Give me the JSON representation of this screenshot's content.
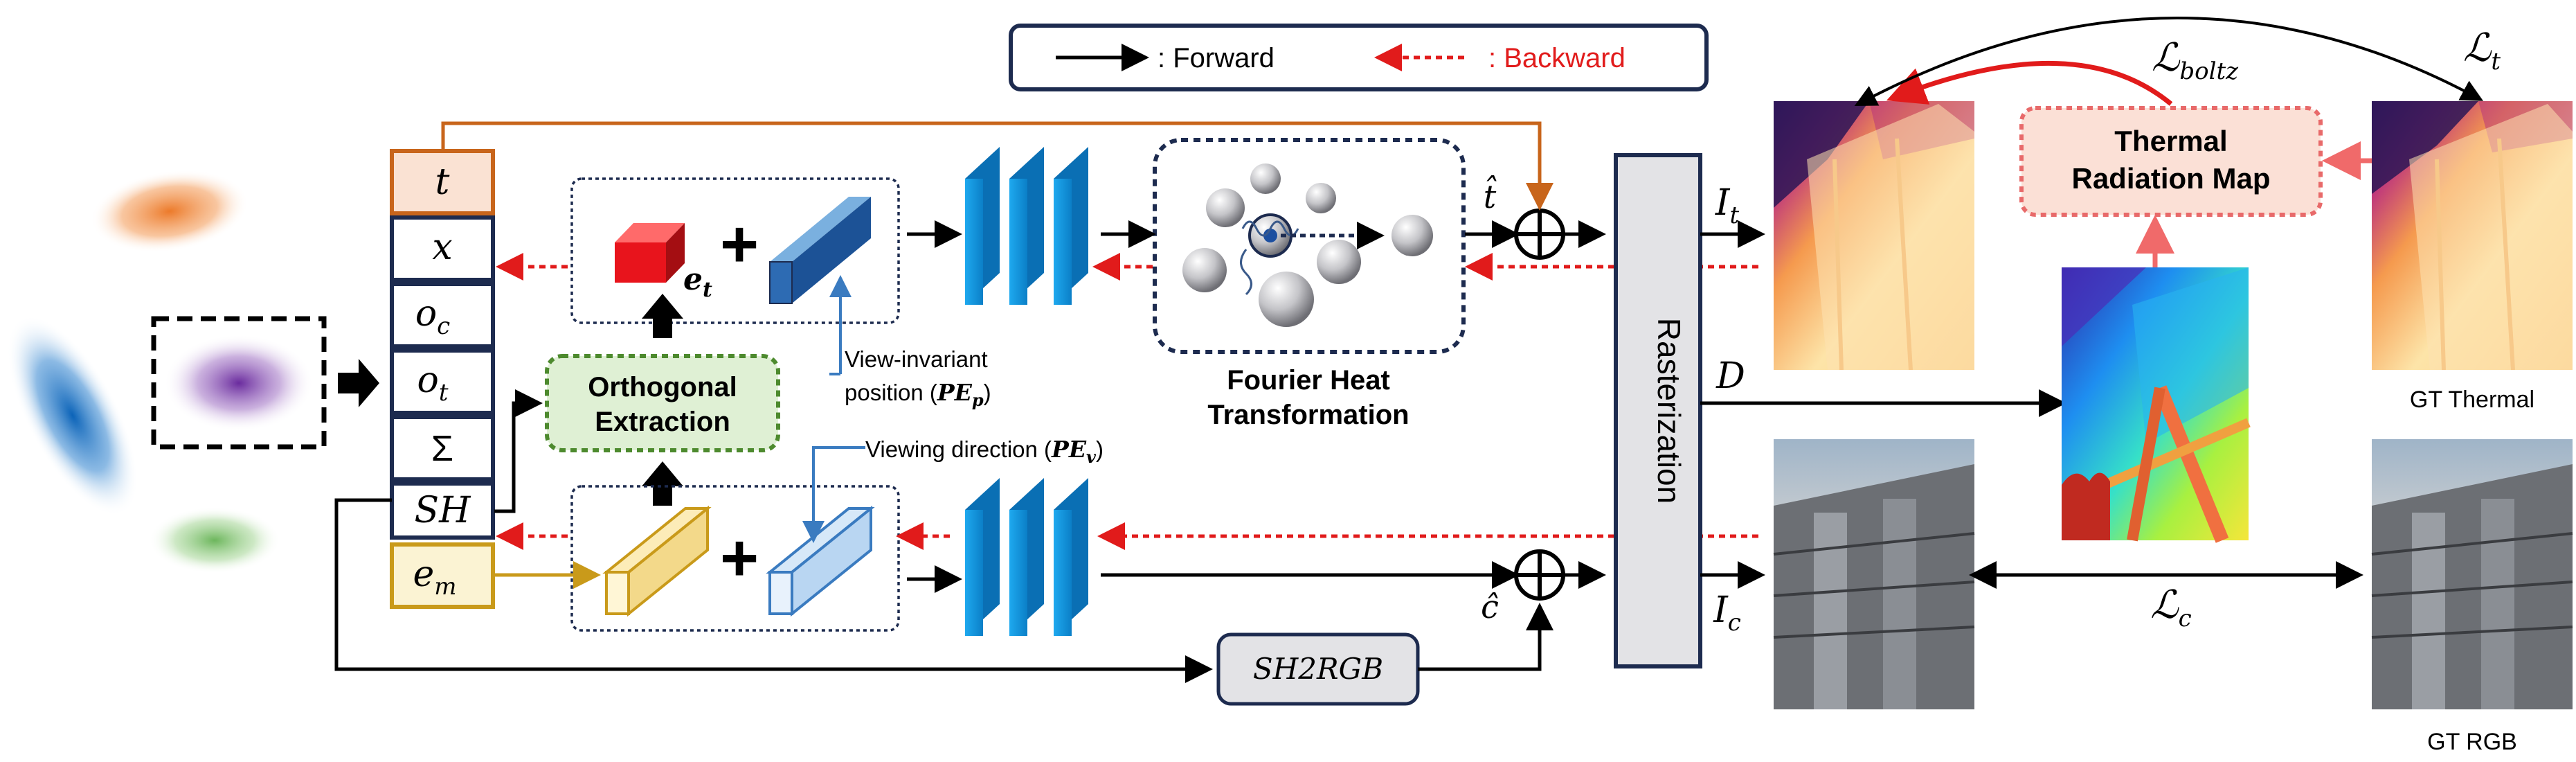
{
  "legend": {
    "forward_label": ": Forward",
    "backward_label": ": Backward",
    "colors": {
      "forward": "#000000",
      "backward": "#e11b1b"
    }
  },
  "attributes": {
    "t": "t",
    "x": "x",
    "oc_base": "o",
    "oc_sub": "c",
    "ot_base": "o",
    "ot_sub": "t",
    "sigma": "Σ",
    "sh": "SH",
    "em_base": "e",
    "em_sub": "m"
  },
  "labels": {
    "et_base": "e",
    "et_sub": "t",
    "view_invariant_line1": "View-invariant",
    "view_invariant_line2": "position (",
    "pe_p_base": "PE",
    "pe_p_sub": "p",
    "close_paren": ")",
    "viewing_direction": "Viewing direction (",
    "pe_v_base": "PE",
    "pe_v_sub": "v",
    "orthogonal_line1": "Orthogonal",
    "orthogonal_line2": "Extraction",
    "fourier_line1": "Fourier Heat",
    "fourier_line2": "Transformation",
    "t_hat": "t̂",
    "c_hat": "ĉ",
    "sh2rgb": "SH2RGB",
    "rasterization": "Rasterization",
    "It_base": "I",
    "It_sub": "t",
    "Ic_base": "I",
    "Ic_sub": "c",
    "D": "D",
    "thermal_map_line1": "Thermal",
    "thermal_map_line2": "Radiation Map",
    "L_boltz_base": "ℒ",
    "L_boltz_sub": "boltz",
    "L_t_base": "ℒ",
    "L_t_sub": "t",
    "L_c_base": "ℒ",
    "L_c_sub": "c",
    "gt_thermal": "GT Thermal",
    "gt_rgb": "GT RGB"
  },
  "colors": {
    "orange": "#c8651b",
    "gold": "#c99a1a",
    "navy": "#1d2b4f",
    "cyan": "#1a9be0",
    "green_fill": "#dff0d4",
    "green_border": "#4d8a2e",
    "pink_fill": "#fbe0d6",
    "pink_border": "#e86a6a",
    "raster_fill": "#e3e3e6"
  }
}
